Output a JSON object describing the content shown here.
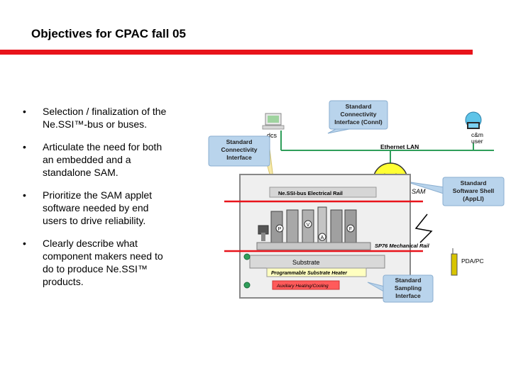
{
  "slide": {
    "title": "Objectives for CPAC fall 05"
  },
  "bullets": [
    {
      "line1": "Selection / finalization of the",
      "line2": "Ne.SSI™-bus or buses.",
      "line3": "",
      "line4": ""
    },
    {
      "line1": "Articulate the need for both",
      "line2": "an embedded and a",
      "line3": "standalone SAM.",
      "line4": ""
    },
    {
      "line1": "Prioritize the SAM applet",
      "line2": "software needed by end",
      "line3": "users to drive reliability.",
      "line4": ""
    },
    {
      "line1": "Clearly describe what",
      "line2": "component makers need to",
      "line3": "do to produce Ne.SSI™",
      "line4": "products."
    }
  ],
  "diagram": {
    "callout_conni": [
      "Standard",
      "Connectivity",
      "Interface (ConnI)"
    ],
    "callout_conn_left": [
      "Standard",
      "Connectivity",
      "Interface"
    ],
    "callout_appli": [
      "Standard",
      "Software Shell",
      "(AppLI)"
    ],
    "callout_sampling": [
      "Standard",
      "Sampling",
      "Interface"
    ],
    "dcs_label": "dcs",
    "user_label": [
      "c&m",
      "user"
    ],
    "ethernet_label": "Ethernet LAN",
    "sam_label": "SAM",
    "bus_rail_label": "Ne.SSI-bus Electrical Rail",
    "mech_rail_label": "SP76 Mechanical Rail",
    "pda_label": "PDA/PC",
    "substrate_label": "Substrate",
    "heater_label": "Programmable Substrate Heater",
    "aux_label": "Auxiliary Heating/Cooling",
    "component_letters": [
      "P",
      "V",
      "A",
      "F"
    ],
    "colors": {
      "accent_red": "#e8141b",
      "callout_fill": "#b9d4ec",
      "callout_border": "#8aaed0",
      "sam_yellow": "#ffff33",
      "ethernet_green": "#2f9e5a",
      "aux_red": "#ff5a5a",
      "heater_yellow": "#ffffc0"
    }
  }
}
